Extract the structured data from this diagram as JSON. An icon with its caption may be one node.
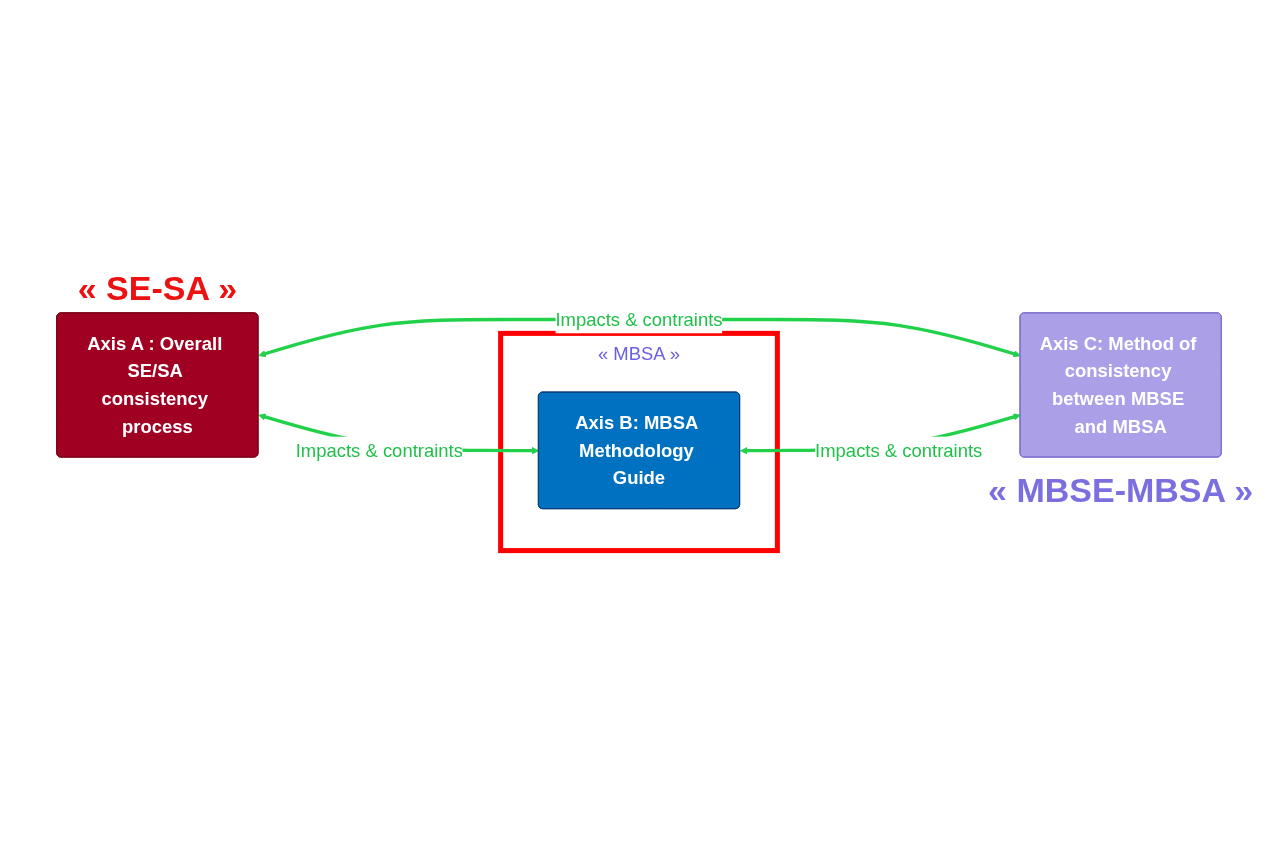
{
  "diagram": {
    "nodes": [
      {
        "text": [
          "Axis A : Overall SE/SA consistency process"
        ],
        "beside": [
          "« SE-SA »"
        ]
      },
      {
        "text": [
          "« MBSA »"
        ]
      },
      {
        "text": [
          "Axis B: MBSA Methodology Guide"
        ],
        "in": 1
      },
      {
        "text": [
          "Axis C: Method of consistency between MBSE and MBSA"
        ],
        "beside": [
          "« MBSE-MBSA »"
        ]
      }
    ],
    "edges": [
      {
        "from": 0,
        "to": 2,
        "arrow": "both",
        "label": "Impacts & contraints"
      },
      {
        "from": 0,
        "to": 3,
        "arrow": "both",
        "label": "Impacts & contraints"
      },
      {
        "from": 2,
        "to": 3,
        "arrow": "both",
        "label": "Impacts & contraints"
      }
    ]
  }
}
